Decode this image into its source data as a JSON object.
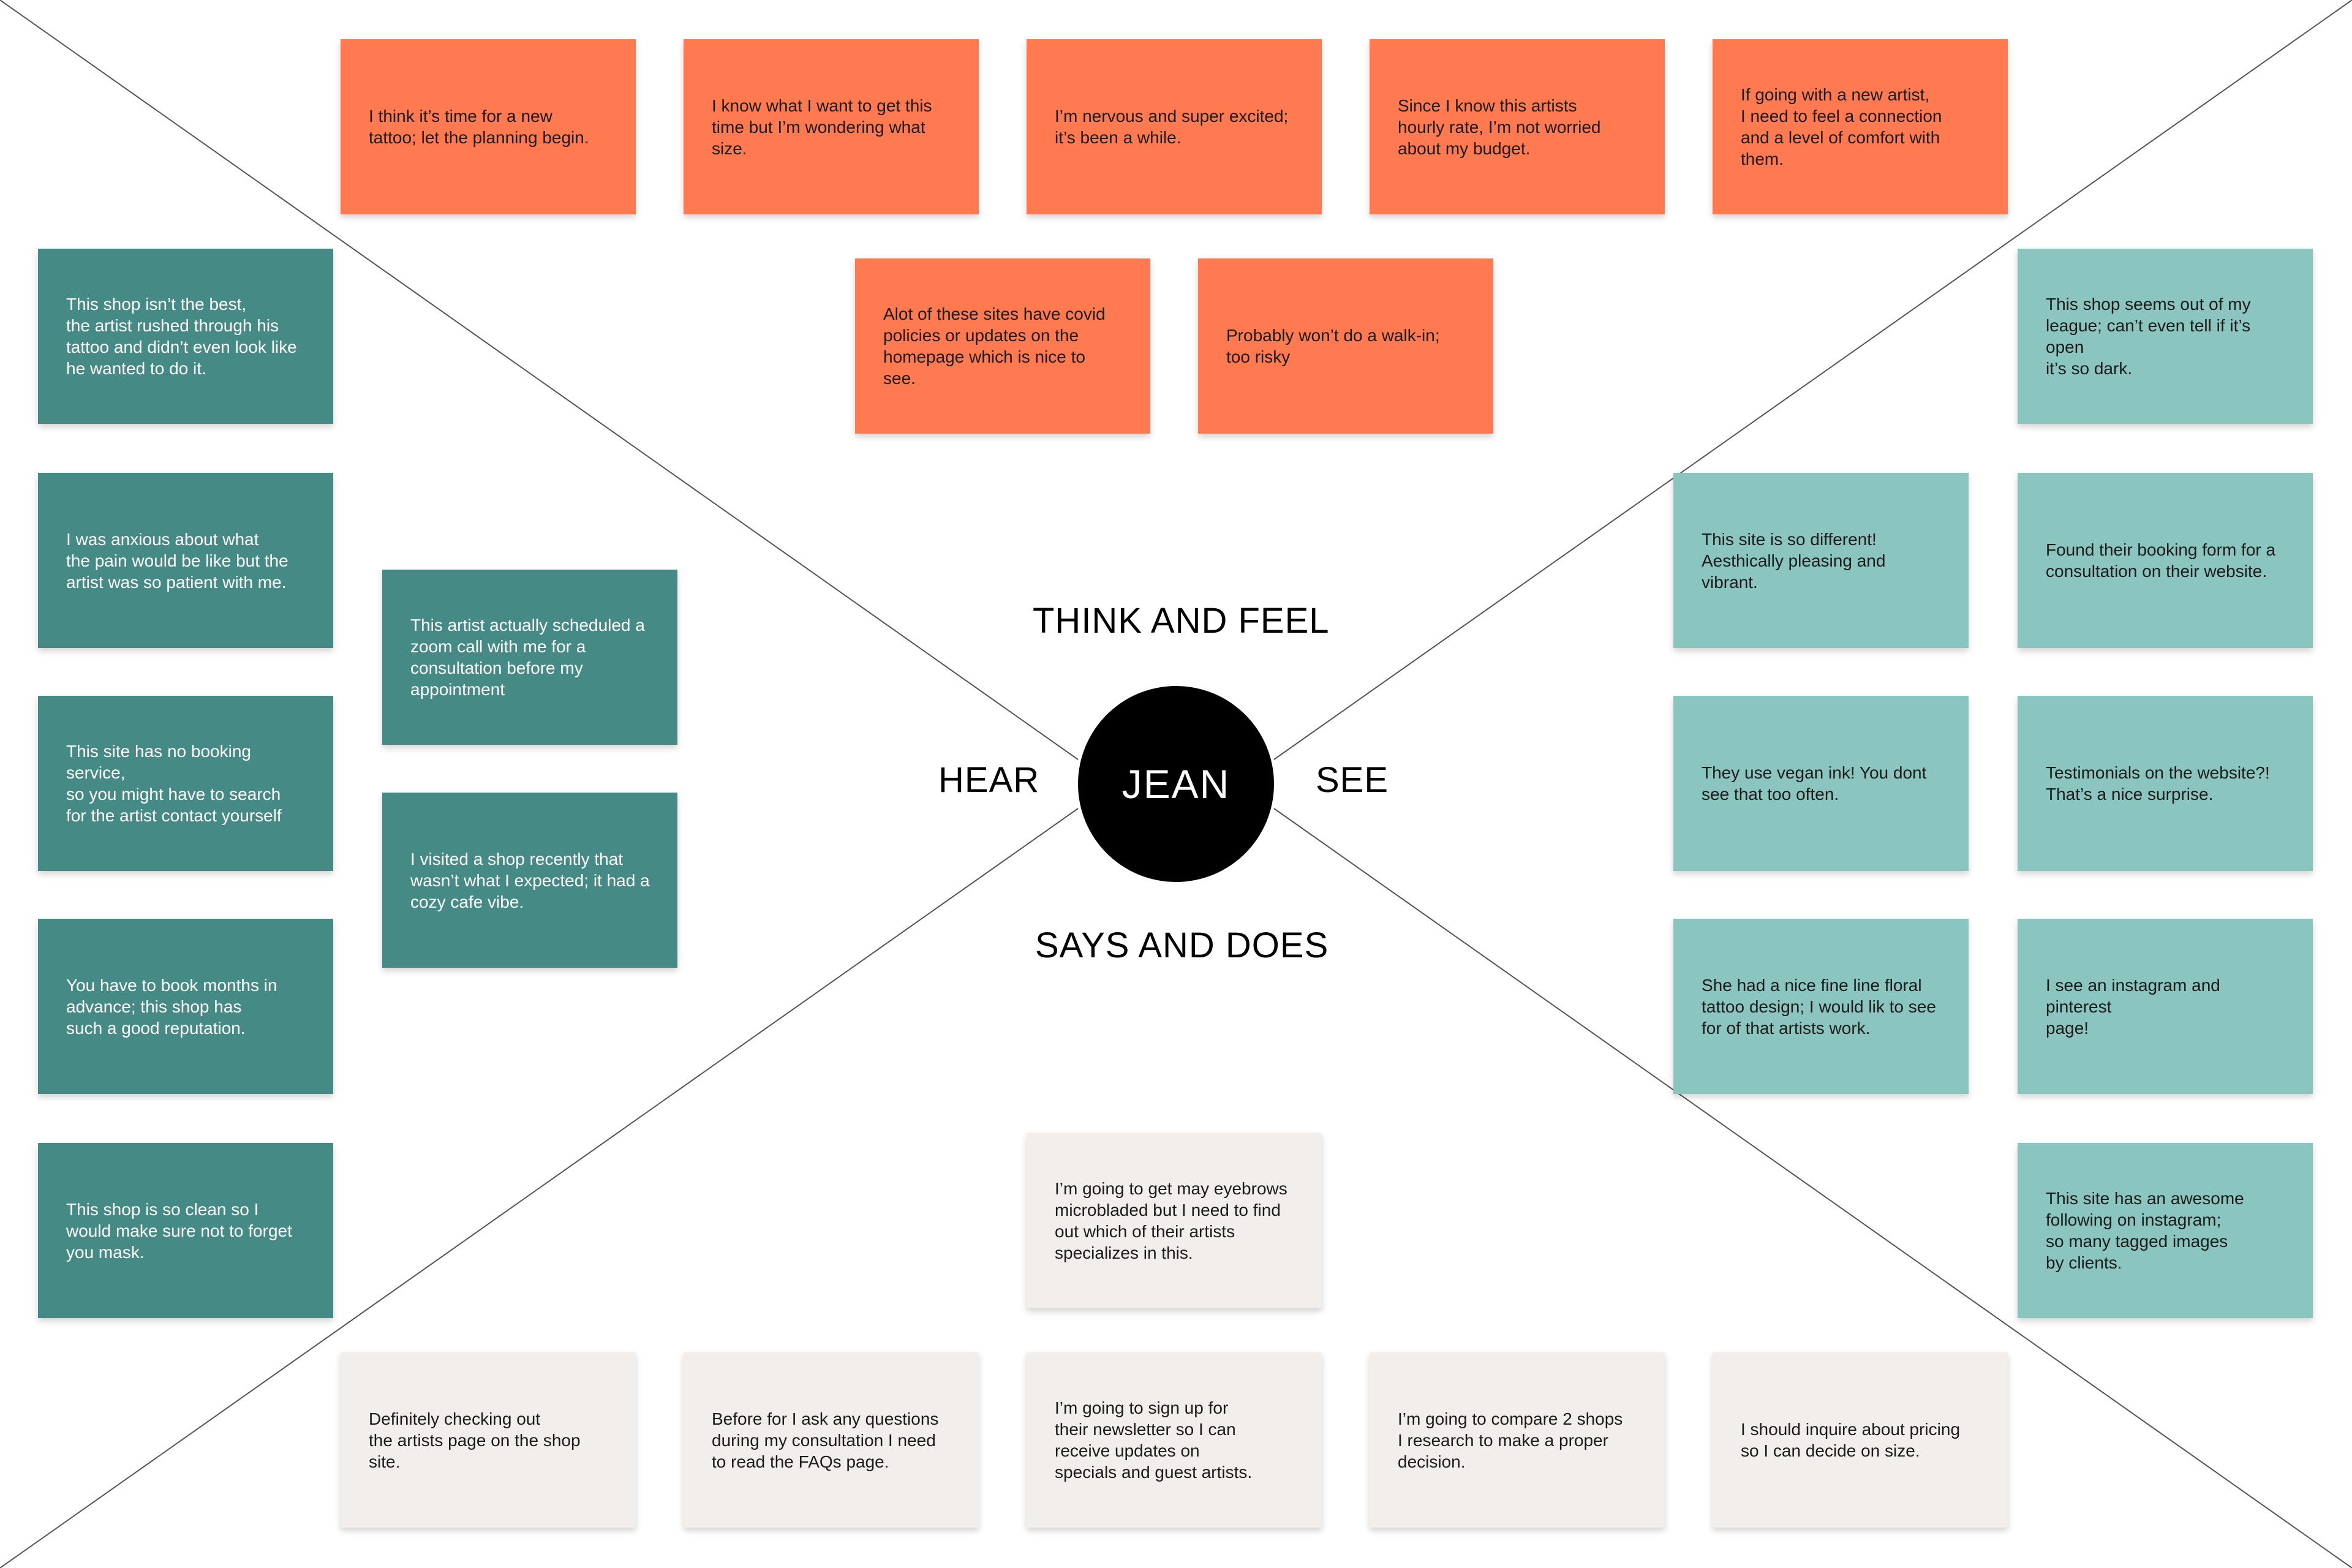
{
  "persona": {
    "name": "JEAN"
  },
  "quadrants": {
    "think_feel": "THINK AND FEEL",
    "hear": "HEAR",
    "see": "SEE",
    "says_does": "SAYS AND DOES"
  },
  "colors": {
    "think_feel": "#ff7951",
    "hear": "#458a84",
    "see": "#8bc5bf",
    "says_does": "#f1eeeb",
    "center": "#000000",
    "lines": "#555555"
  },
  "notes": {
    "think_feel": [
      "I think it’s time for a new\ntattoo; let the planning begin.",
      "I know what I want to get this\ntime but I’m wondering what\nsize.",
      "I’m nervous and super excited;\nit’s been a while.",
      "Since I know this artists\nhourly rate, I’m not worried\nabout my budget.",
      "If going with a new artist,\nI need to feel a connection\nand a level of comfort with\nthem.",
      "Alot of these sites have covid\npolicies or updates on the\nhomepage which is nice to\nsee.",
      "Probably won’t do a walk-in;\ntoo risky"
    ],
    "hear": [
      "This shop isn’t the best,\nthe artist rushed through his\ntattoo and didn’t even look like\nhe wanted to do it.",
      "I was anxious about what\nthe pain would be like but the\nartist was so patient with me.",
      "This site has no booking service,\nso you might have to search\nfor the artist contact yourself",
      "You have to book months in\nadvance; this shop has\nsuch a good reputation.",
      "This shop is so clean so I\nwould make sure not to forget\nyou mask.",
      "This artist actually scheduled a\nzoom call with me for a\nconsultation before my\nappointment",
      "I visited a shop recently that\nwasn’t what I expected; it had a\ncozy cafe vibe."
    ],
    "see": [
      "This shop seems out of my\nleague; can’t even tell if it’s open\nit’s so dark.",
      "This site is so different!\nAesthically pleasing and\nvibrant.",
      "Found their booking form for a\nconsultation on their website.",
      "They use vegan ink! You dont\nsee that too often.",
      "Testimonials on the website?!\nThat’s a nice surprise.",
      "She had a nice fine line floral\ntattoo design; I would lik to see\nfor of that artists work.",
      "I see an instagram and pinterest\npage!",
      "This site has an awesome\nfollowing on instagram;\nso many tagged images\nby clients."
    ],
    "says_does": [
      "I’m going to get may eyebrows\nmicrobladed but I need to find\nout which of their artists\nspecializes in this.",
      "Definitely checking out\nthe artists page on the shop site.",
      "Before for I ask any questions\nduring my consultation I need\nto read the FAQs page.",
      "I’m going to sign up for\ntheir newsletter so I can\nreceive updates on\nspecials and guest artists.",
      "I’m going to compare 2 shops\nI research to make a proper\ndecision.",
      "I should inquire about pricing\nso I can decide on size."
    ]
  }
}
